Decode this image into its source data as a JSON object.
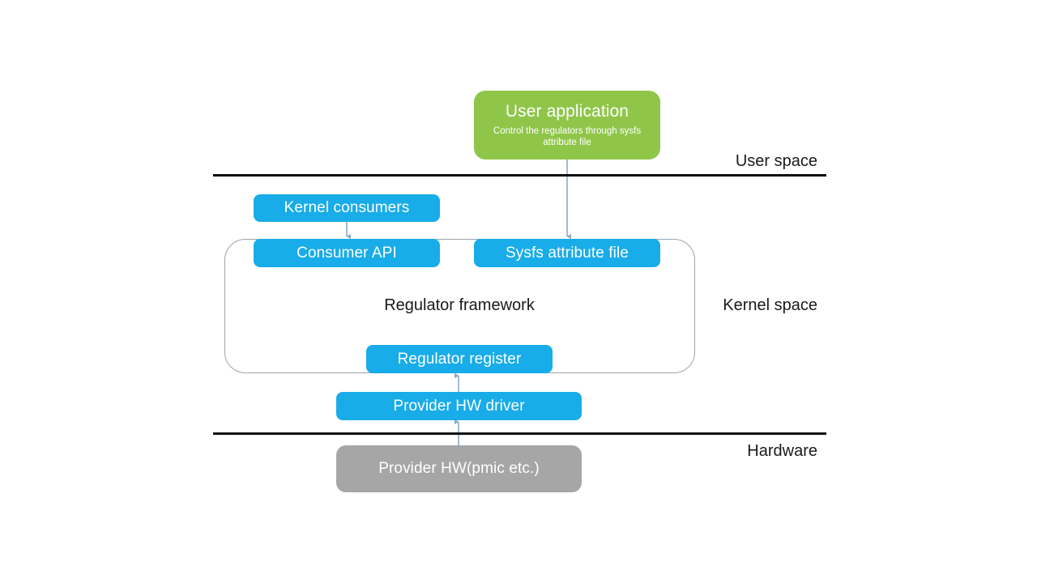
{
  "diagram": {
    "title_semantic": "linux-regulator-framework-architecture",
    "colors": {
      "green": "#8FC64A",
      "blue": "#18ACE8",
      "gray": "#A6A6A6",
      "container_border": "#9AA3AC",
      "divider": "#0D0D0D",
      "arrow": "#8EA9C1",
      "text_dark": "#1A1A1A",
      "text_light": "#FFFFFF",
      "background": "#FFFFFF"
    },
    "zones": [
      {
        "id": "user-space",
        "label": "User space"
      },
      {
        "id": "kernel-space",
        "label": "Kernel space"
      },
      {
        "id": "hardware",
        "label": "Hardware"
      }
    ],
    "nodes": [
      {
        "id": "user-application",
        "title": "User application",
        "subtitle": "Control the regulators through sysfs attribute file",
        "zone": "user-space",
        "style": "green"
      },
      {
        "id": "kernel-consumers",
        "title": "Kernel consumers",
        "zone": "kernel-space",
        "style": "blue"
      },
      {
        "id": "consumer-api",
        "title": "Consumer API",
        "zone": "kernel-space",
        "style": "blue"
      },
      {
        "id": "sysfs-attribute-file",
        "title": "Sysfs attribute file",
        "zone": "kernel-space",
        "style": "blue"
      },
      {
        "id": "regulator-framework",
        "title": "Regulator framework",
        "zone": "kernel-space",
        "style": "container"
      },
      {
        "id": "regulator-register",
        "title": "Regulator register",
        "zone": "kernel-space",
        "style": "blue"
      },
      {
        "id": "provider-hw-driver",
        "title": "Provider HW driver",
        "zone": "kernel-space",
        "style": "blue"
      },
      {
        "id": "provider-hw",
        "title": "Provider HW(pmic etc.)",
        "zone": "hardware",
        "style": "gray"
      }
    ],
    "edges": [
      {
        "from": "user-application",
        "to": "sysfs-attribute-file",
        "direction": "down"
      },
      {
        "from": "kernel-consumers",
        "to": "consumer-api",
        "direction": "down"
      },
      {
        "from": "provider-hw-driver",
        "to": "regulator-register",
        "direction": "up"
      },
      {
        "from": "provider-hw",
        "to": "provider-hw-driver",
        "direction": "up"
      }
    ]
  }
}
